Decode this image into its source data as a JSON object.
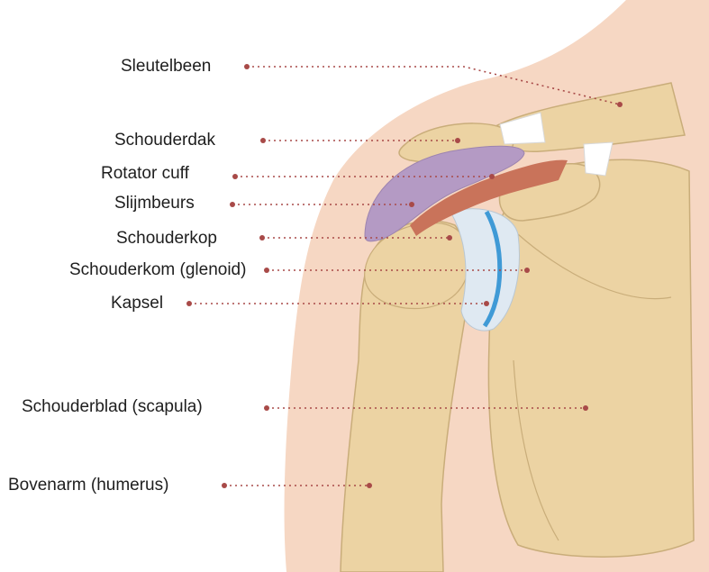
{
  "diagram": {
    "labels": [
      {
        "id": "sleutelbeen",
        "text": "Sleutelbeen"
      },
      {
        "id": "schouderdak",
        "text": "Schouderdak"
      },
      {
        "id": "rotator-cuff",
        "text": "Rotator cuff"
      },
      {
        "id": "slijmbeurs",
        "text": "Slijmbeurs"
      },
      {
        "id": "schouderkop",
        "text": "Schouderkop"
      },
      {
        "id": "schouderkom",
        "text": "Schouderkom (glenoid)"
      },
      {
        "id": "kapsel",
        "text": "Kapsel"
      },
      {
        "id": "schouderblad",
        "text": "Schouderblad (scapula)"
      },
      {
        "id": "bovenarm",
        "text": "Bovenarm (humerus)"
      }
    ],
    "colors": {
      "skin": "#f6d7c3",
      "bone": "#ecd3a3",
      "bone_outline": "#c9ad7a",
      "bursa": "#b49ac4",
      "muscle": "#c9735a",
      "cartilage": "#dfe9f2",
      "capsule_line": "#3f9ad6",
      "leader": "#a84a48"
    }
  }
}
